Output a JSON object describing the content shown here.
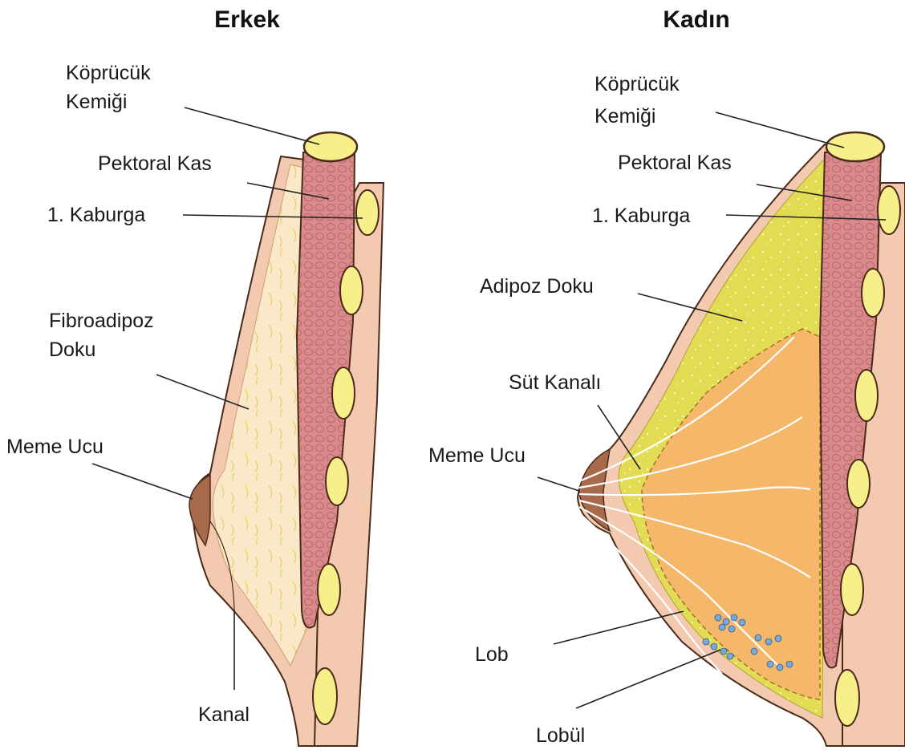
{
  "male": {
    "title": "Erkek",
    "labels": {
      "collarbone_line1": "Köprücük",
      "collarbone_line2": "Kemiği",
      "pectoral": "Pektoral Kas",
      "rib": "1. Kaburga",
      "fibro_line1": "Fibroadipoz",
      "fibro_line2": "Doku",
      "nipple": "Meme Ucu",
      "duct": "Kanal"
    }
  },
  "female": {
    "title": "Kadın",
    "labels": {
      "collarbone_line1": "Köprücük",
      "collarbone_line2": "Kemiği",
      "pectoral": "Pektoral Kas",
      "rib": "1. Kaburga",
      "adipose": "Adipoz Doku",
      "milk_duct": "Süt Kanalı",
      "nipple": "Meme Ucu",
      "lobe": "Lob",
      "lobule": "Lobül"
    }
  },
  "colors": {
    "outline": "#4a2a1a",
    "skin": "#f3c9b0",
    "muscle": "#d98a8a",
    "bone": "#f7f08a",
    "fibro_tissue": "#fae8c8",
    "adipose": "#e2dc55",
    "glandular": "#f5b86a",
    "lobule_blue": "#7aa8d8"
  }
}
